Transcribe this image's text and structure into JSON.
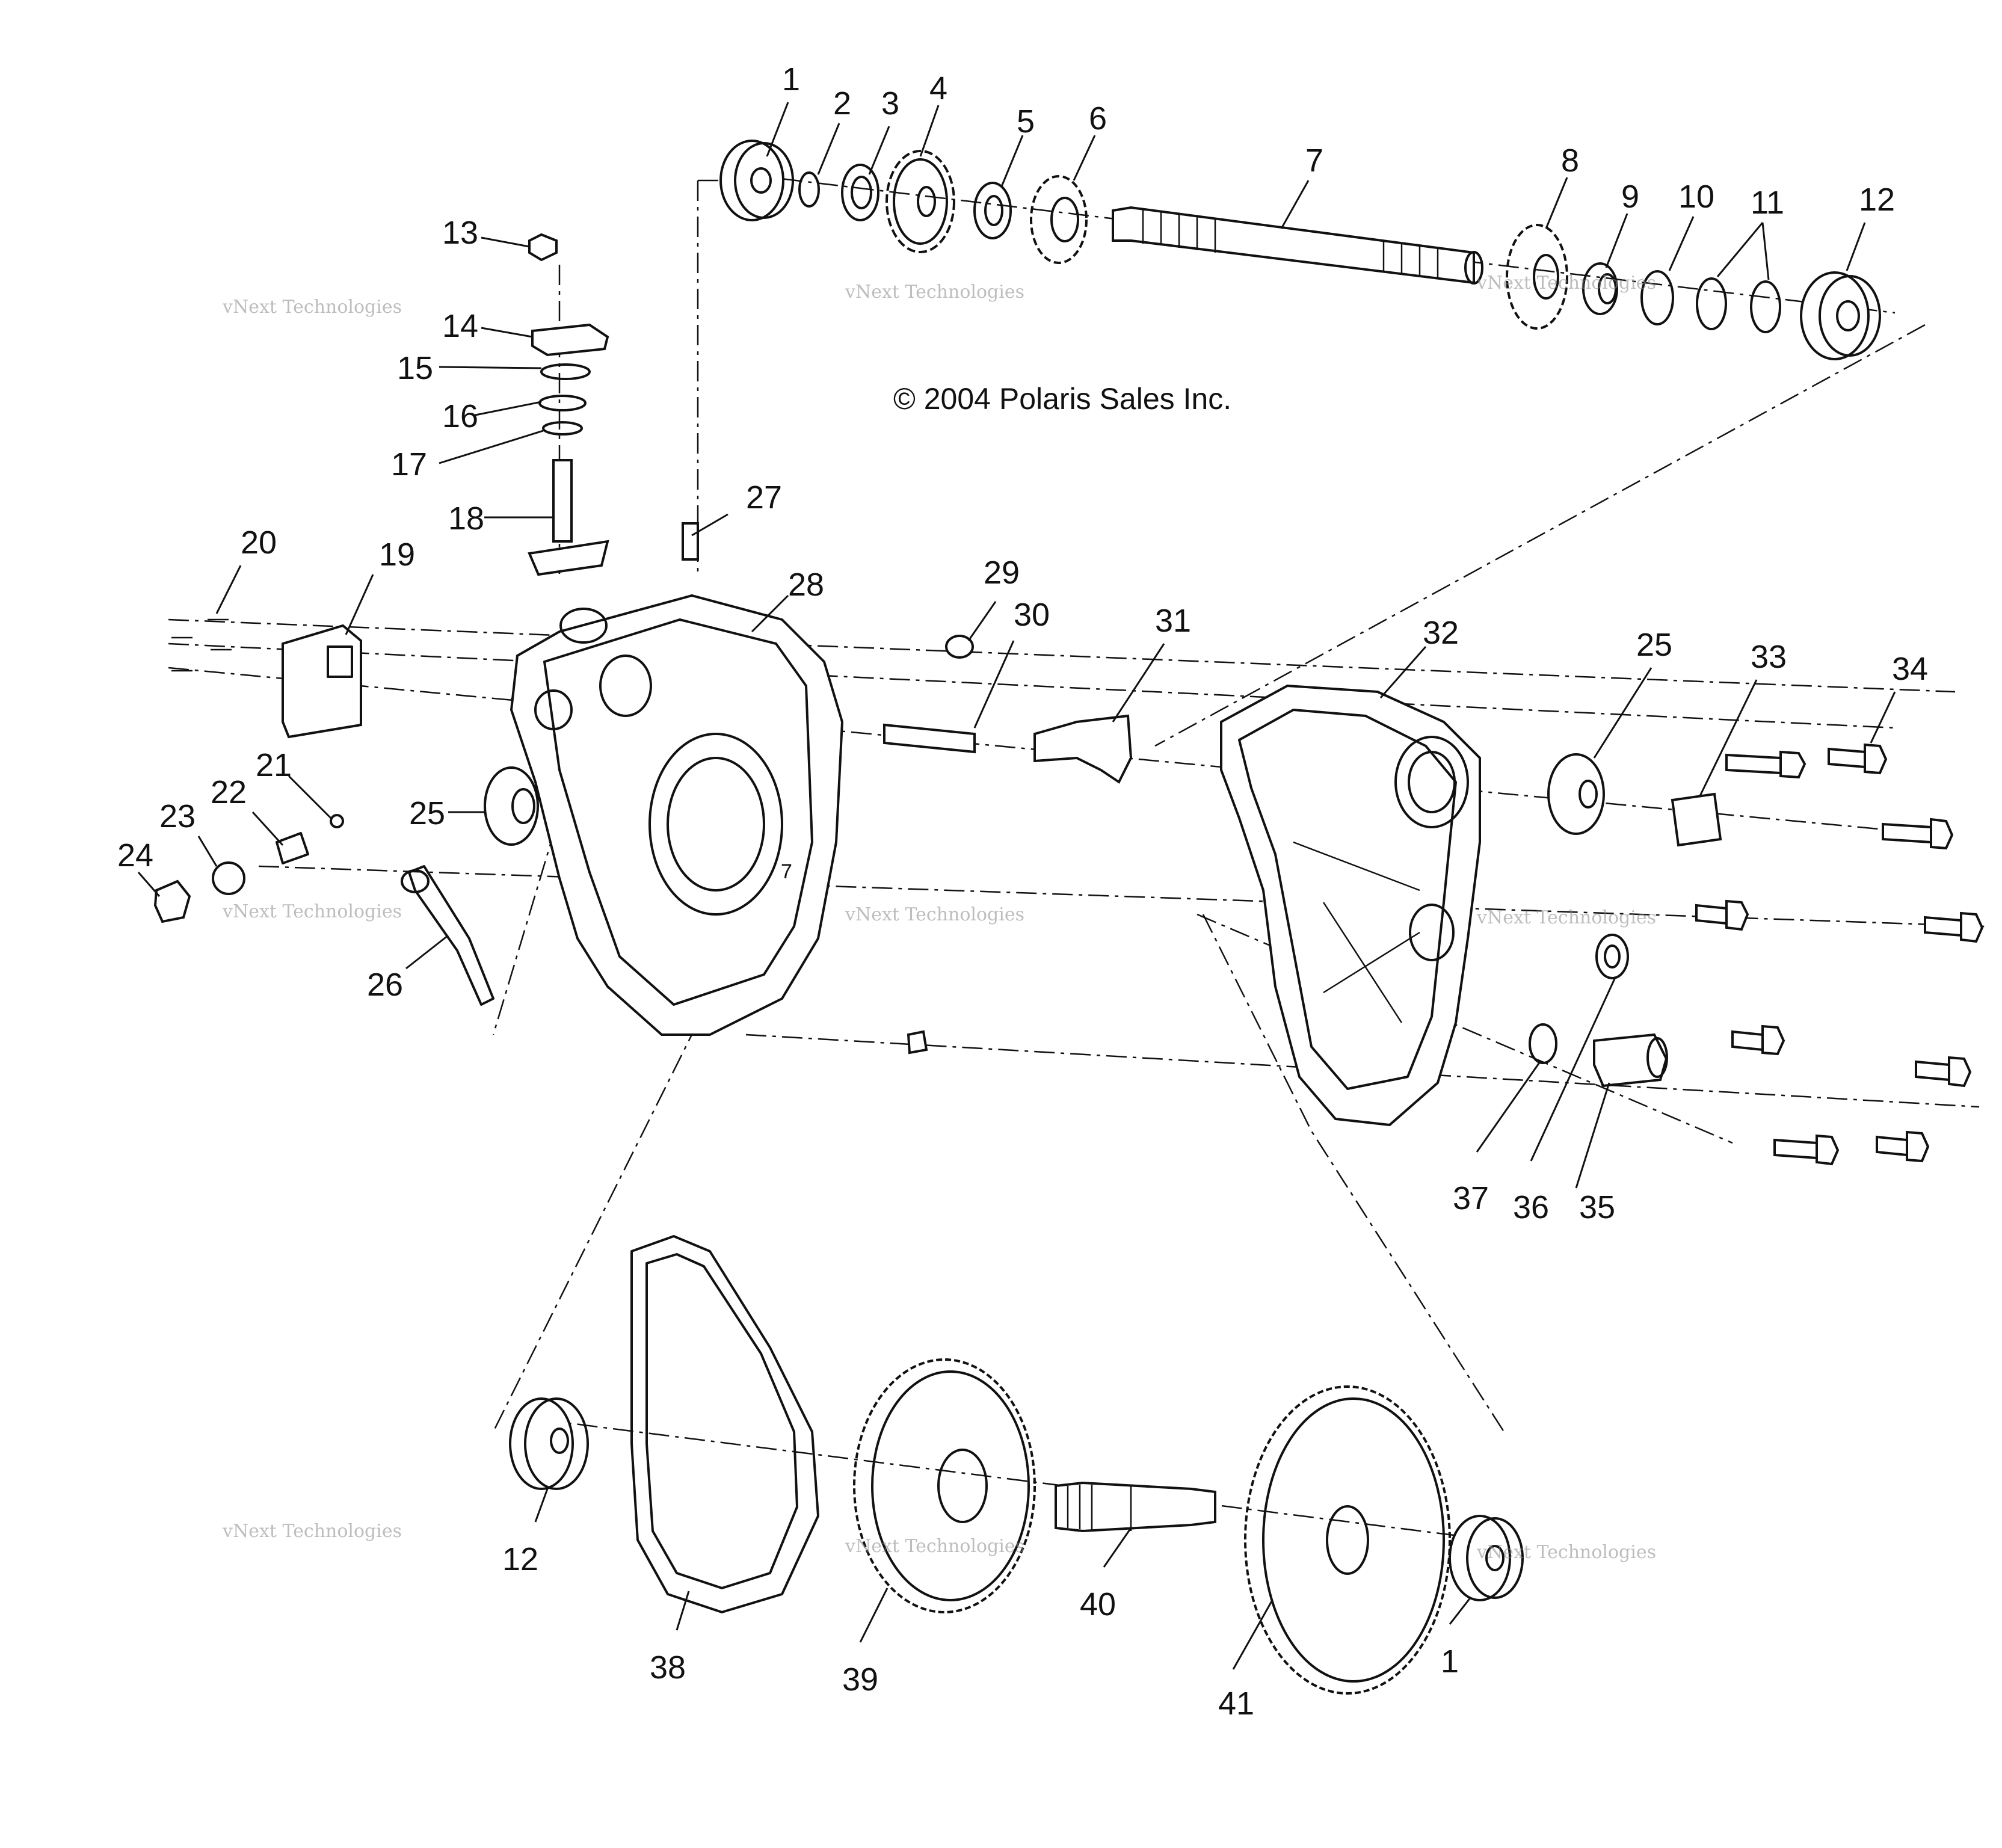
{
  "copyright": "© 2004 Polaris Sales Inc.",
  "watermark": {
    "line1": "vNext Technologies",
    "line2": "vNext\nTechnologies"
  },
  "callouts": [
    "1",
    "2",
    "3",
    "4",
    "5",
    "6",
    "7",
    "8",
    "9",
    "10",
    "11",
    "12",
    "13",
    "14",
    "15",
    "16",
    "17",
    "18",
    "19",
    "20",
    "21",
    "22",
    "23",
    "24",
    "25",
    "25",
    "26",
    "27",
    "28",
    "29",
    "30",
    "31",
    "32",
    "33",
    "34",
    "35",
    "36",
    "37",
    "38",
    "39",
    "40",
    "41",
    "12",
    "1",
    "7"
  ]
}
